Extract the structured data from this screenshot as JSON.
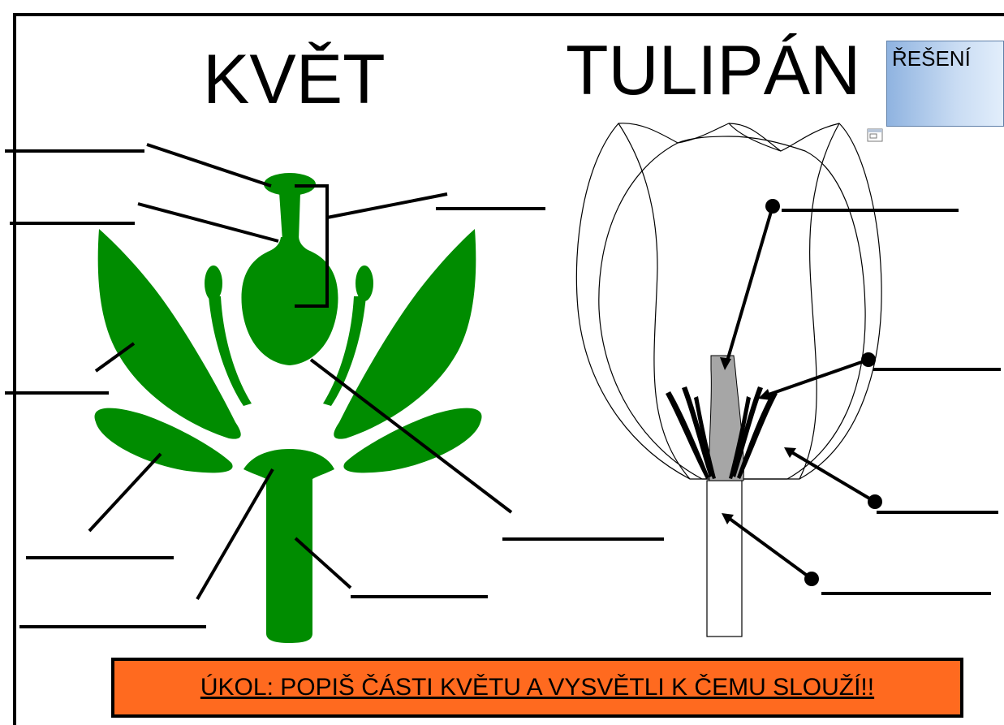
{
  "titles": {
    "left": "KVĚT",
    "right": "TULIPÁN"
  },
  "solution_button": {
    "label": "ŘEŠENÍ"
  },
  "task": {
    "text": "ÚKOL: POPIŠ ČÁSTI KVĚTU A VYSVĚTLI K ČEMU SLOUŽÍ!!"
  },
  "colors": {
    "flower_green": "#008c00",
    "pistil_gray": "#a6a6a6",
    "task_orange": "#ff6a1f",
    "solution_gradient_start": "#8fb3e0",
    "solution_gradient_end": "#e2eefb"
  },
  "icons": {
    "small_window": "window-icon"
  }
}
